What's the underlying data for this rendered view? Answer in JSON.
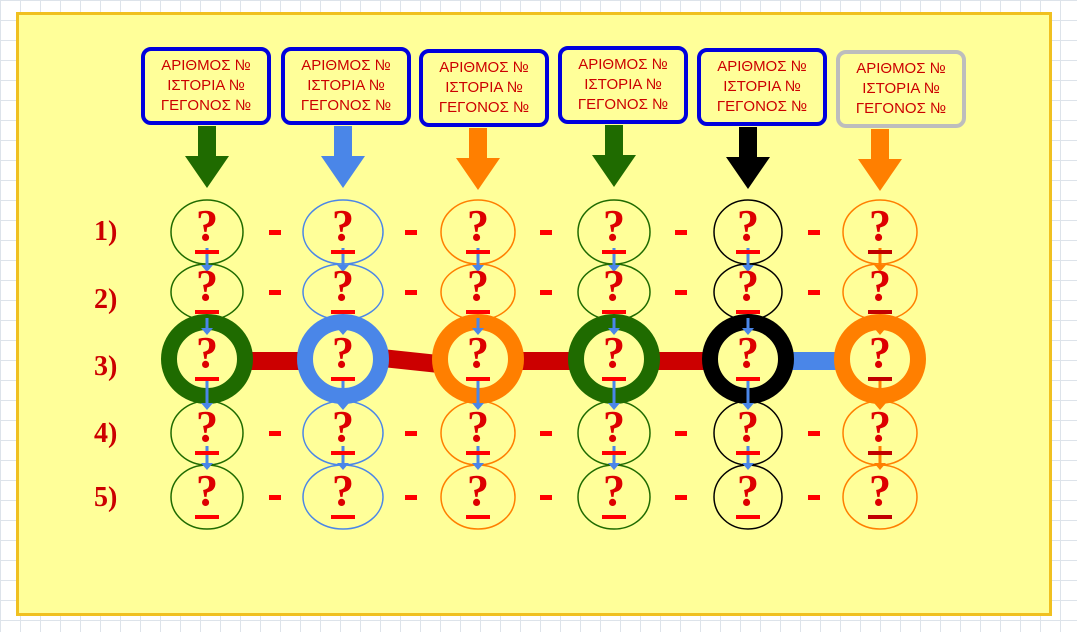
{
  "headers": [
    {
      "line1": "ΑΡΙΘΜΟΣ №",
      "line2": "ΙΣΤΟΡΙΑ №",
      "line3": "ΓΕΓΟΝΟΣ №",
      "border": "#0000dd",
      "arrow": "#1f6b00"
    },
    {
      "line1": "ΑΡΙΘΜΟΣ №",
      "line2": "ΙΣΤΟΡΙΑ №",
      "line3": "ΓΕΓΟΝΟΣ №",
      "border": "#0000dd",
      "arrow": "#4a86e8"
    },
    {
      "line1": "ΑΡΙΘΜΟΣ №",
      "line2": "ΙΣΤΟΡΙΑ №",
      "line3": "ΓΕΓΟΝΟΣ №",
      "border": "#0000dd",
      "arrow": "#ff7f00"
    },
    {
      "line1": "ΑΡΙΘΜΟΣ №",
      "line2": "ΙΣΤΟΡΙΑ №",
      "line3": "ΓΕΓΟΝΟΣ №",
      "border": "#0000dd",
      "arrow": "#1f6b00"
    },
    {
      "line1": "ΑΡΙΘΜΟΣ №",
      "line2": "ΙΣΤΟΡΙΑ №",
      "line3": "ΓΕΓΟΝΟΣ №",
      "border": "#0000dd",
      "arrow": "#000000"
    },
    {
      "line1": "ΑΡΙΘΜΟΣ №",
      "line2": "ΙΣΤΟΡΙΑ №",
      "line3": "ΓΕΓΟΝΟΣ №",
      "border": "#bdbdbd",
      "arrow": "#ff7f00"
    }
  ],
  "row_labels": [
    "1)",
    "2)",
    "3)",
    "4)",
    "5)"
  ],
  "placeholder": "?",
  "separator": "-"
}
